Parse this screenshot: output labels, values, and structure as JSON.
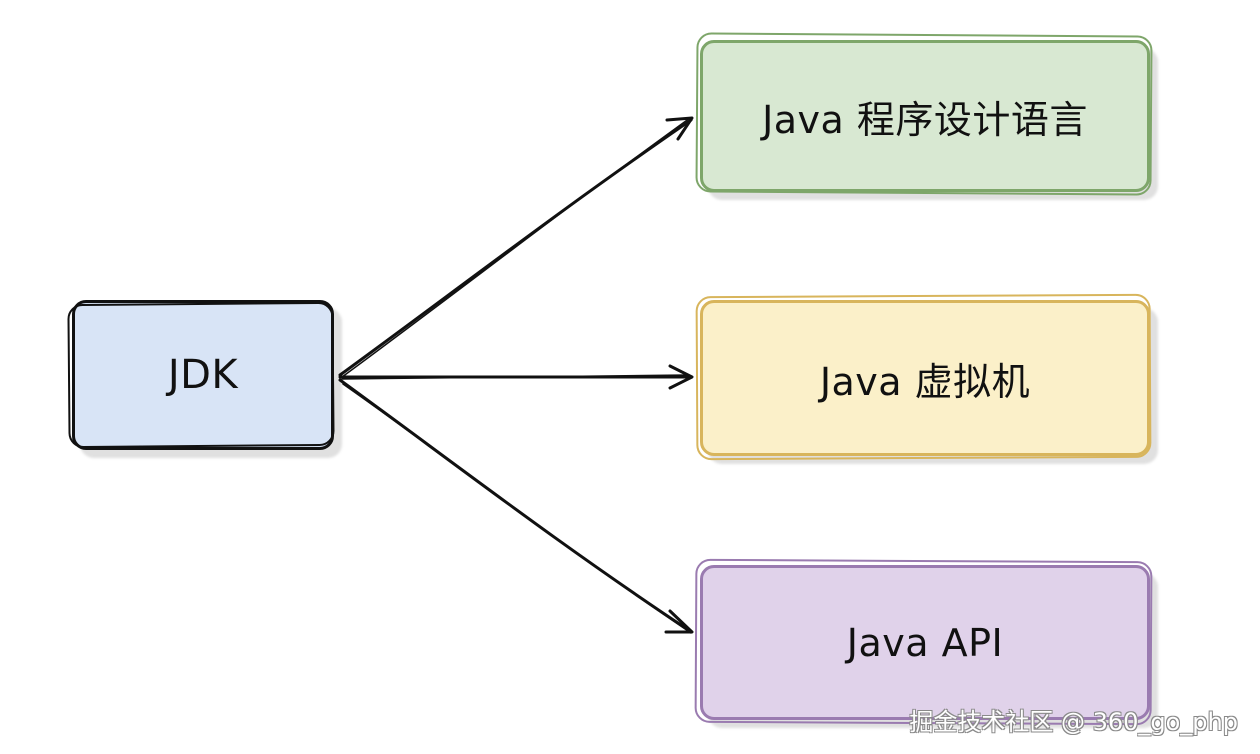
{
  "diagram": {
    "source_node": {
      "label": "JDK"
    },
    "target_nodes": [
      {
        "label": "Java 程序设计语言"
      },
      {
        "label": "Java 虚拟机"
      },
      {
        "label": "Java API"
      }
    ],
    "colors": {
      "jdk_fill": "#d8e4f6",
      "jdk_border": "#111111",
      "language_fill": "#d8e8d2",
      "language_border": "#7ea66a",
      "vm_fill": "#fbf0c9",
      "vm_border": "#d8b55c",
      "api_fill": "#e0d2ea",
      "api_border": "#9a7bb0",
      "arrow": "#111111"
    }
  },
  "watermark": {
    "text": "掘金技术社区 @ 360_go_php"
  }
}
